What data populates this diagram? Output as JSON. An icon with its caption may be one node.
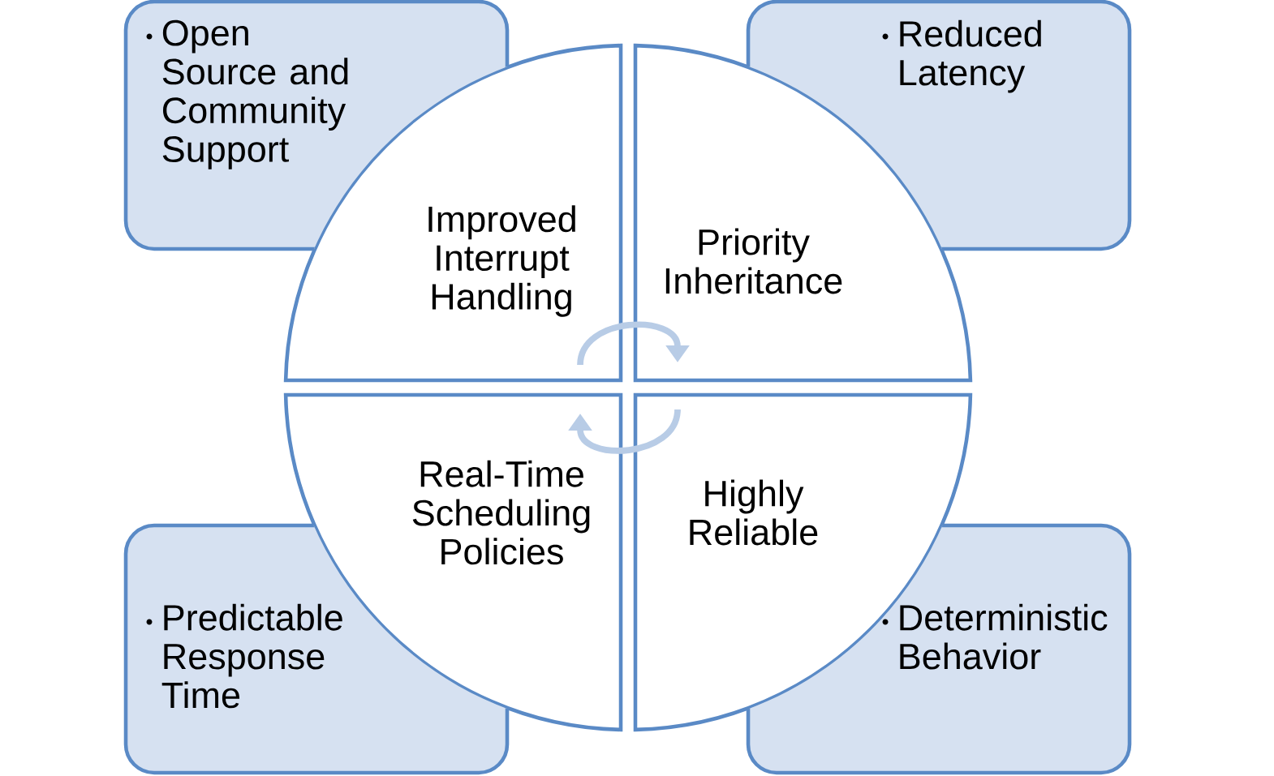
{
  "diagram": {
    "nodes": [
      {
        "text": [
          "Open Source and Community Support"
        ]
      },
      {
        "text": [
          "Reduced Latency"
        ]
      },
      {
        "text": [
          "Predictable Response Time"
        ]
      },
      {
        "text": [
          "Deterministic Behavior"
        ]
      },
      {
        "text": [
          "Improved Interrupt Handling"
        ]
      },
      {
        "text": [
          "Priority Inheritance"
        ]
      },
      {
        "text": [
          "Real-Time Scheduling Policies"
        ]
      },
      {
        "text": [
          "Highly Reliable"
        ]
      }
    ],
    "edges": [
      {
        "from": 4,
        "to": 5,
        "arrow": "to"
      },
      {
        "from": 7,
        "to": 6,
        "arrow": "to"
      }
    ]
  }
}
